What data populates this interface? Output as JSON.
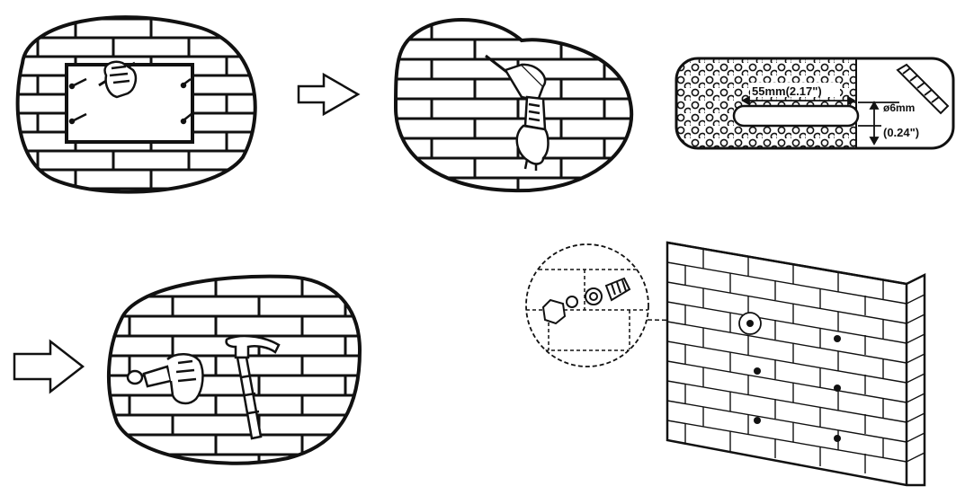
{
  "steps": [
    {
      "id": "mark",
      "tool": "pencil-icon",
      "content": "mark mounting holes through template"
    },
    {
      "id": "drill",
      "tool": "drill-icon"
    },
    {
      "id": "spec",
      "tool": "drill-bit-icon"
    },
    {
      "id": "insert",
      "tool": "hammer-icon"
    },
    {
      "id": "result",
      "tool": "anchor-icon"
    }
  ],
  "spec": {
    "length_label": "55mm(2.17\")",
    "diameter_label": "ø6mm",
    "diameter_inch_label": "(0.24\")"
  },
  "arrows": [
    {
      "from": "mark",
      "to": "drill"
    },
    {
      "from": "spec",
      "to": "insert"
    }
  ],
  "colors": {
    "ink": "#111111",
    "paper": "#ffffff"
  }
}
